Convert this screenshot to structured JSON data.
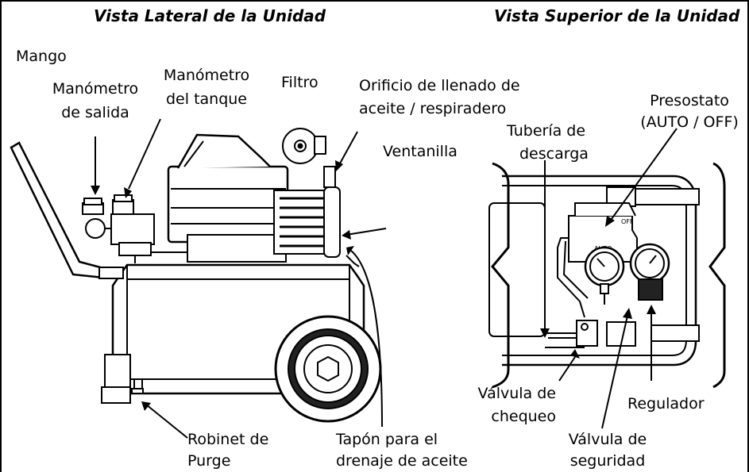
{
  "headers": {
    "side_view": "Vista Lateral de la Unidad",
    "top_view": "Vista Superior de la Unidad"
  },
  "labels": {
    "mango": "Mango",
    "manometro_salida_1": "Manómetro",
    "manometro_salida_2": "de salida",
    "manometro_tanque_1": "Manómetro",
    "manometro_tanque_2": "del tanque",
    "filtro": "Filtro",
    "orificio_1": "Orificio de llenado de",
    "orificio_2": "aceite / respiradero",
    "ventanilla": "Ventanilla",
    "tuberia_1": "Tubería de",
    "tuberia_2": "descarga",
    "presostato_1": "Presostato",
    "presostato_2": "(AUTO / OFF)",
    "robinet_1": "Robinet de",
    "robinet_2": "Purge",
    "tapon_1": "Tapón para el",
    "tapon_2": "drenaje de aceite",
    "valvula_chequeo_1": "Válvula de",
    "valvula_chequeo_2": "chequeo",
    "regulador": "Regulador",
    "valvula_seguridad_1": "Válvula de",
    "valvula_seguridad_2": "seguridad"
  },
  "switch_marks": {
    "off": "OFF",
    "auto": "AUTO"
  }
}
